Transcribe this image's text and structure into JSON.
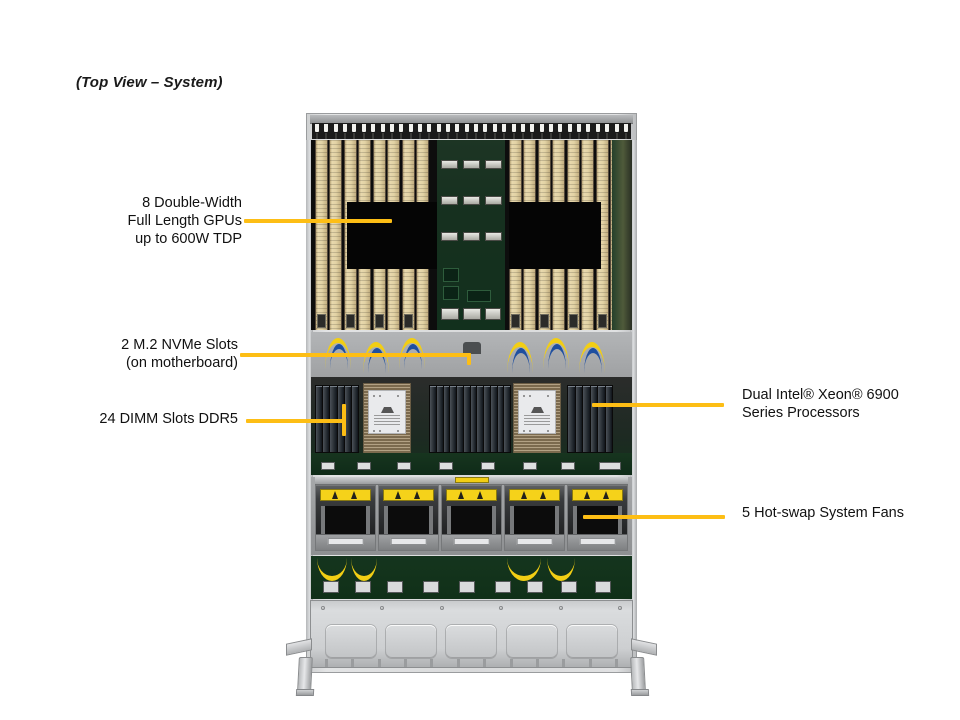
{
  "caption": "(Top View – System)",
  "accent_color": "#FDBE15",
  "callouts": [
    {
      "id": "gpus",
      "side": "left",
      "lines": [
        "8 Double-Width",
        "Full Length GPUs",
        "up to 600W TDP"
      ]
    },
    {
      "id": "m2",
      "side": "left",
      "lines": [
        "2 M.2 NVMe Slots",
        "(on motherboard)"
      ]
    },
    {
      "id": "dimms",
      "side": "left",
      "lines": [
        "24 DIMM Slots DDR5"
      ]
    },
    {
      "id": "cpus",
      "side": "right",
      "lines": [
        "Dual Intel® Xeon® 6900",
        "Series Processors"
      ]
    },
    {
      "id": "fans",
      "side": "right",
      "lines": [
        "5 Hot-swap System Fans"
      ]
    }
  ],
  "product": {
    "gpu_count": 8,
    "fan_count": 5,
    "cpu_count": 2,
    "dimm_count": 24,
    "m2_count": 2,
    "front_pad_count": 5
  }
}
